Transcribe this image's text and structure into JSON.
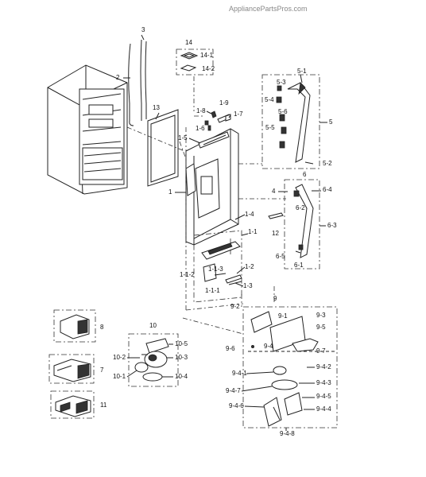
{
  "watermark": "AppliancePartsPros.com",
  "callouts": {
    "p3": "3",
    "p2": "2",
    "p13": "13",
    "p1": "1",
    "p14": "14",
    "p14_1": "14-1",
    "p14_2": "14-2",
    "p1_8": "1-8",
    "p1_9": "1-9",
    "p1_7": "1-7",
    "p1_6": "1-6",
    "p1_5": "1-5",
    "p1_4": "1-4",
    "p1_1": "1-1",
    "p1_1_3": "1-1-3",
    "p1_1_2": "1-1-2",
    "p1_2": "1-2",
    "p1_3": "1-3",
    "p1_1_1": "1-1-1",
    "p5_1": "5-1",
    "p5_3": "5-3",
    "p5_4": "5-4",
    "p5_6": "5-6",
    "p5_5": "5-5",
    "p5": "5",
    "p5_2": "5-2",
    "p6": "6",
    "p4": "4",
    "p6_4": "6-4",
    "p6_2": "6-2",
    "p6_3": "6-3",
    "p12": "12",
    "p6_5": "6-5",
    "p6_1": "6-1",
    "p9": "9",
    "p9_2": "9-2",
    "p9_1": "9-1",
    "p9_3": "9-3",
    "p9_5": "9-5",
    "p9_6": "9-6",
    "p9_4": "9-4",
    "p9_7": "9-7",
    "p9_4_1": "9-4-1",
    "p9_4_2": "9-4-2",
    "p9_4_3": "9-4-3",
    "p9_4_7": "9-4-7",
    "p9_4_5": "9-4-5",
    "p9_4_6": "9-4-6",
    "p9_4_4": "9-4-4",
    "p9_4_8": "9-4-8",
    "p8": "8",
    "p10": "10",
    "p10_5": "10-5",
    "p10_2": "10-2",
    "p10_3": "10-3",
    "p10_1": "10-1",
    "p10_4": "10-4",
    "p7": "7",
    "p11": "11"
  }
}
